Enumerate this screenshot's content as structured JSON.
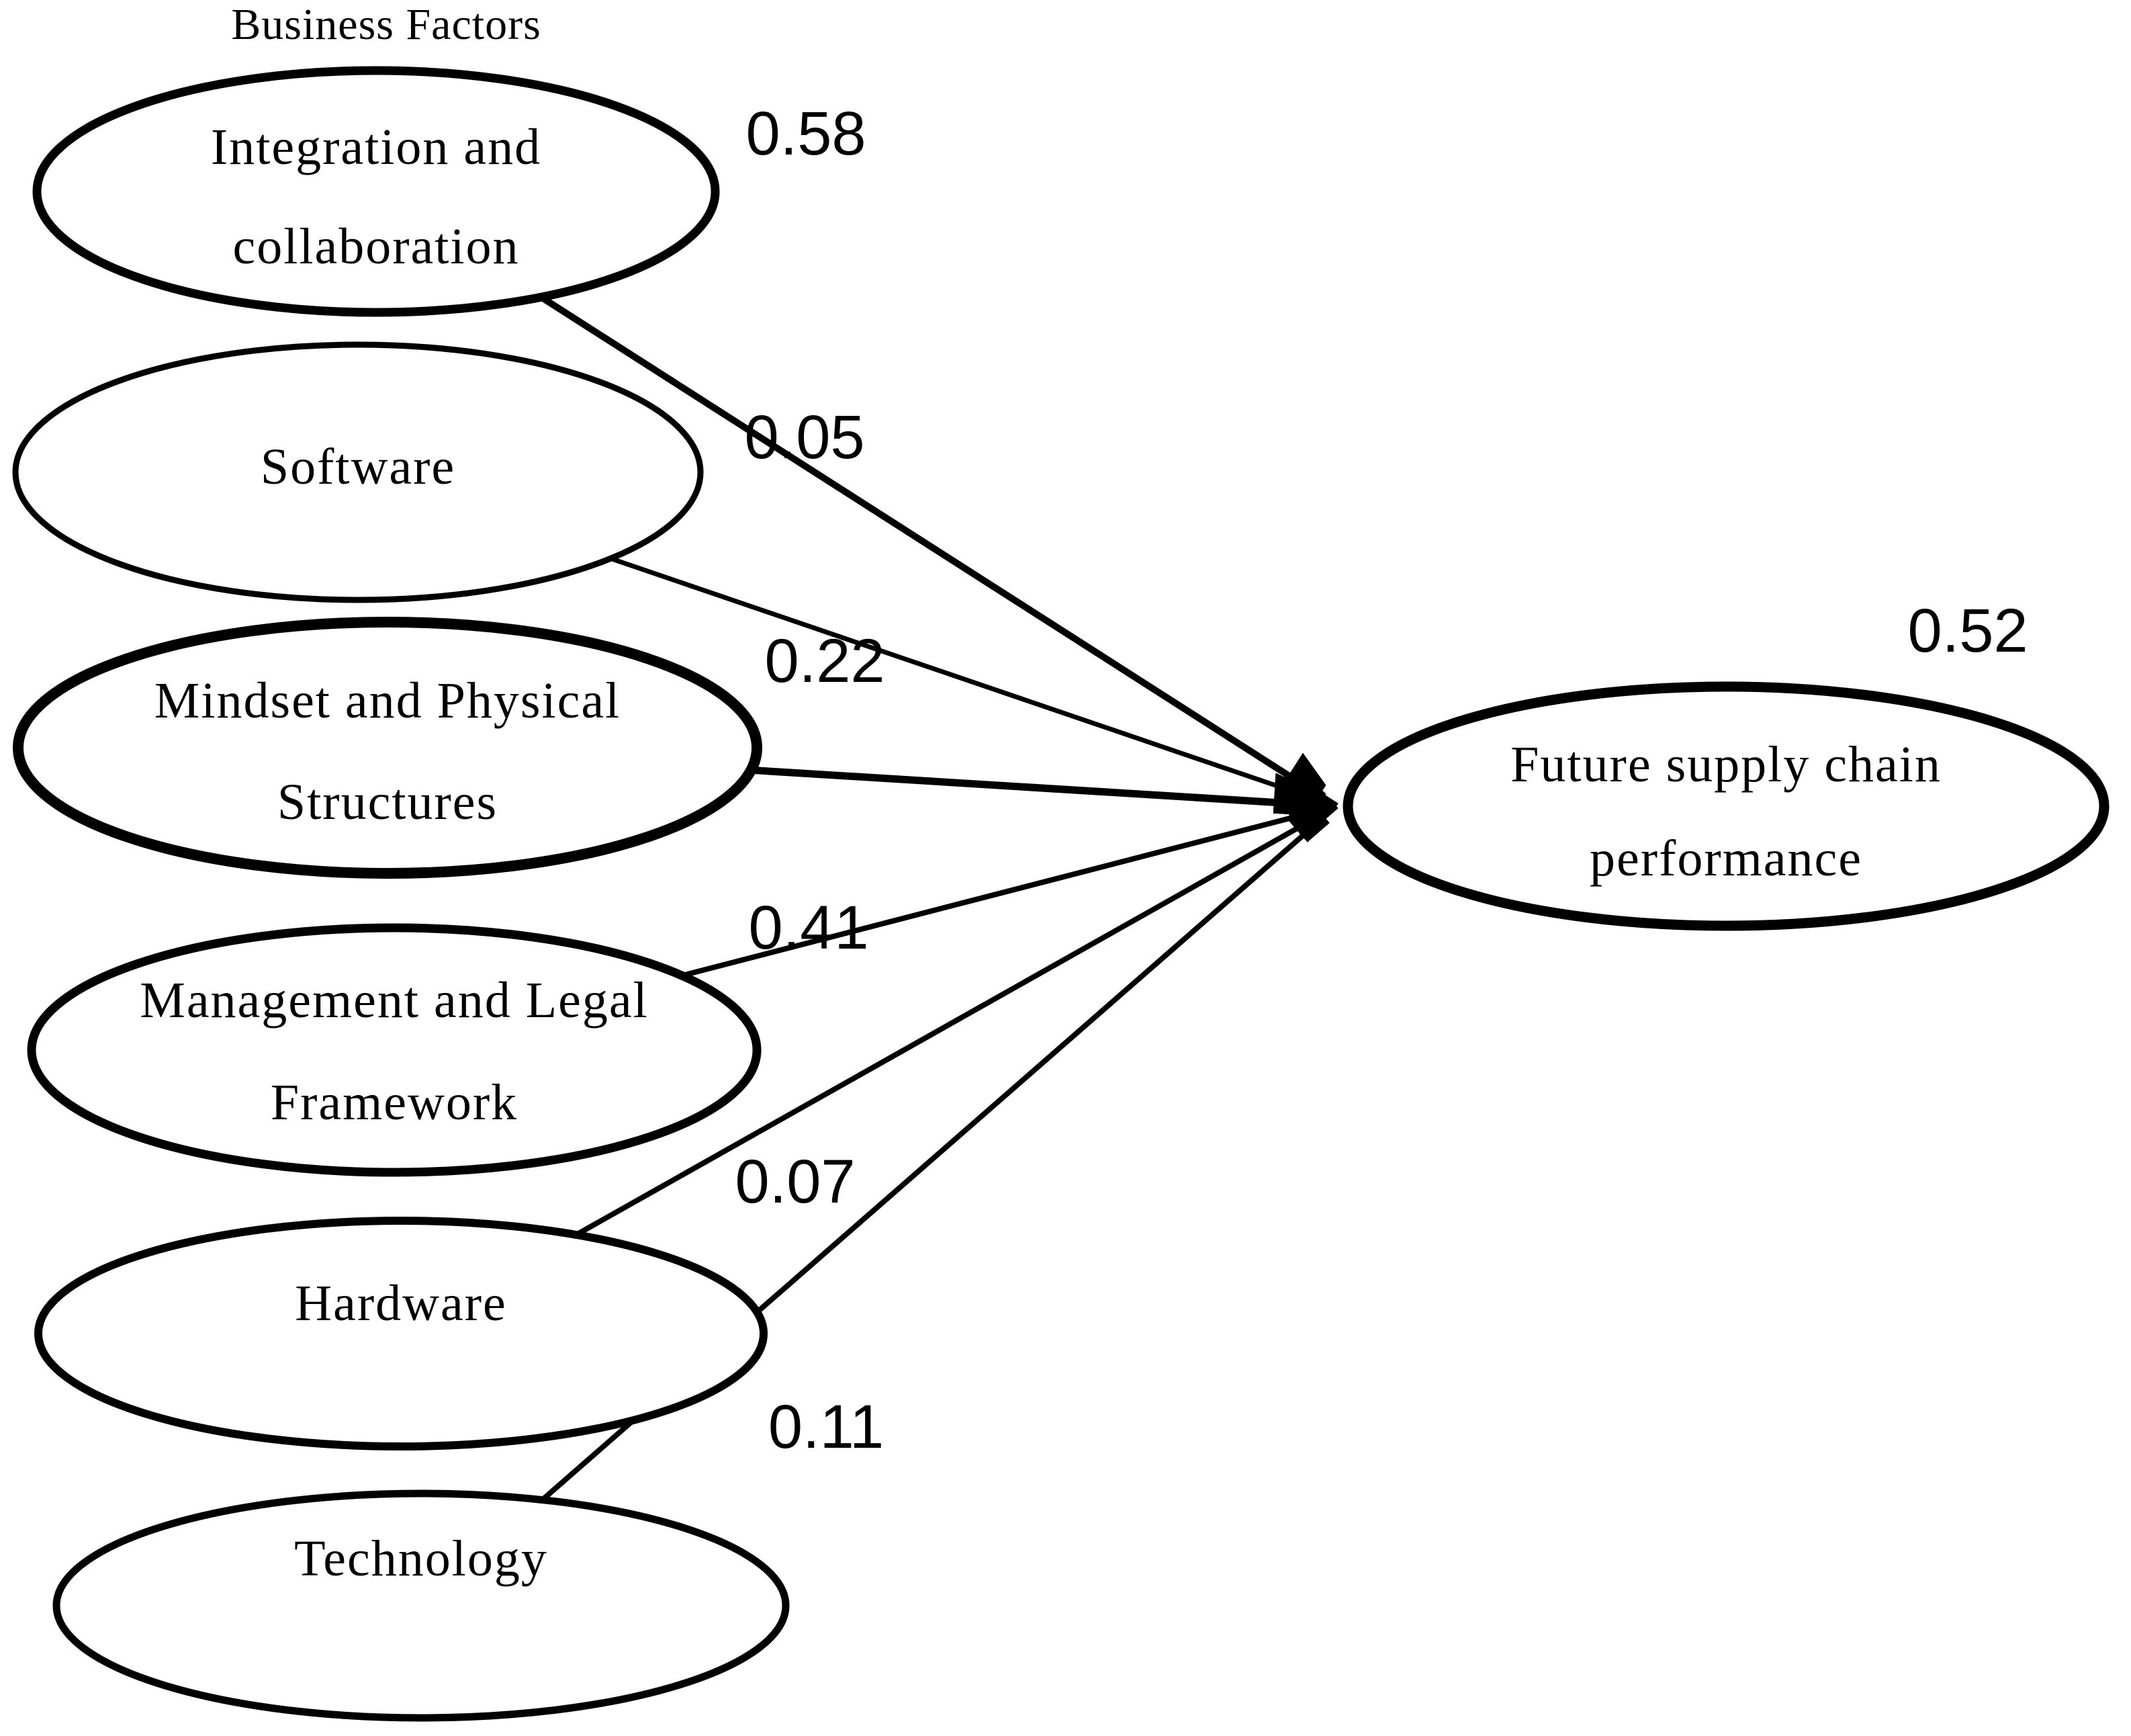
{
  "diagram": {
    "title": "Business Factors",
    "arrow_color": "#000000",
    "node_fill": "#ffffff",
    "node_stroke": "#000000",
    "factors": [
      {
        "label1": "Integration and",
        "label2": "collaboration",
        "coefficient": "0.58"
      },
      {
        "label1": "Software",
        "label2": "",
        "coefficient": "0.05"
      },
      {
        "label1": "Mindset and Physical",
        "label2": "Structures",
        "coefficient": "0.22"
      },
      {
        "label1": "Management and Legal",
        "label2": "Framework",
        "coefficient": "0.41"
      },
      {
        "label1": "Hardware",
        "label2": "",
        "coefficient": "0.07"
      },
      {
        "label1": "Technology",
        "label2": "",
        "coefficient": "0.11"
      }
    ],
    "outcome": {
      "label1": "Future supply chain",
      "label2": "performance",
      "r_squared": "0.52"
    }
  }
}
